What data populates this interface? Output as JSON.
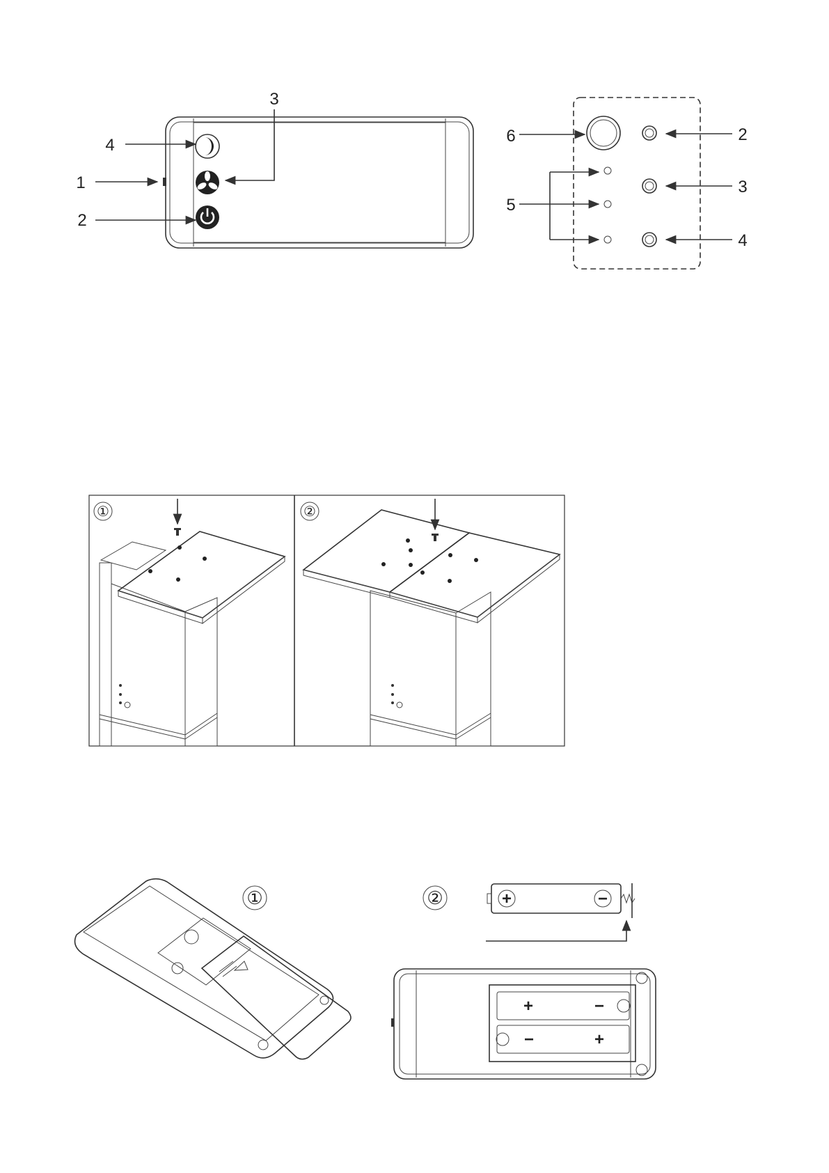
{
  "remote_front": {
    "callouts": [
      {
        "number": "1",
        "target": "ir-window"
      },
      {
        "number": "2",
        "target": "power-button"
      },
      {
        "number": "3",
        "target": "fan-button"
      },
      {
        "number": "4",
        "target": "moon-button"
      }
    ],
    "icons": [
      "moon-icon",
      "fan-icon",
      "power-icon"
    ]
  },
  "control_panel": {
    "callouts": [
      {
        "number": "2",
        "target": "button-top"
      },
      {
        "number": "3",
        "target": "button-middle"
      },
      {
        "number": "4",
        "target": "button-bottom"
      },
      {
        "number": "5",
        "target": "indicator-leds"
      },
      {
        "number": "6",
        "target": "receiver-window"
      }
    ]
  },
  "assembly": {
    "steps": [
      {
        "number": "①",
        "description_icon": "screw-icon"
      },
      {
        "number": "②",
        "description_icon": "screw-icon"
      }
    ]
  },
  "battery": {
    "steps": [
      {
        "number": "①",
        "description_icon": "battery-cover-icon"
      },
      {
        "number": "②",
        "description_icon": "battery-icon"
      }
    ],
    "polarity": {
      "plus": "+",
      "minus": "−"
    }
  }
}
